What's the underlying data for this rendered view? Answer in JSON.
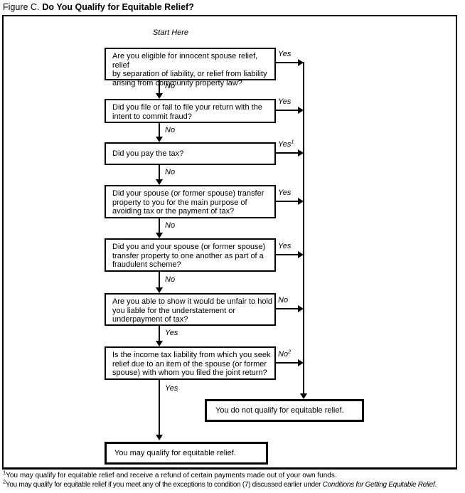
{
  "title": {
    "prefix": "Figure C.",
    "main": "Do You Qualify for Equitable Relief?"
  },
  "start_label": "Start Here",
  "questions": [
    {
      "text": "Are you eligible for innocent spouse relief, relief\nby separation of liability, or relief from liability\narising from community property law?",
      "right_label": "Yes",
      "down_label": "No"
    },
    {
      "text": "Did you file or fail to file your return with the\nintent to commit fraud?",
      "right_label": "Yes",
      "down_label": "No"
    },
    {
      "text": "Did you pay the tax?",
      "right_label": "Yes",
      "right_sup": "1",
      "down_label": "No"
    },
    {
      "text": "Did your spouse (or former spouse) transfer\nproperty to you for the main purpose of\navoiding tax or the payment of tax?",
      "right_label": "Yes",
      "down_label": "No"
    },
    {
      "text": "Did you and your spouse (or former spouse)\ntransfer property to one another as part of a\nfraudulent scheme?",
      "right_label": "Yes",
      "down_label": "No"
    },
    {
      "text": "Are you able to show it would be unfair to hold\nyou liable for the understatement or\nunderpayment of tax?",
      "right_label": "No",
      "down_label": "Yes"
    },
    {
      "text": "Is the income tax liability from which you seek\nrelief due to an item of the spouse (or former\nspouse) with whom you filed the joint return?",
      "right_label": "No",
      "right_sup": "2",
      "down_label": "Yes"
    }
  ],
  "outcomes": {
    "negative": "You do not qualify for equitable relief.",
    "positive": "You may qualify for equitable relief."
  },
  "footnotes": {
    "f1": {
      "sup": "1",
      "text": "You may qualify for equitable relief and receive a refund of certain payments made out of your own funds."
    },
    "f2": {
      "sup": "2",
      "before_italic": "You may qualify for equitable relief if you meet any of the exceptions to condition (7) discussed earlier under ",
      "italic": "Conditions for Getting Equitable Relief",
      "after_italic": "."
    }
  },
  "colors": {
    "ink": "#000000",
    "paper": "#ffffff"
  }
}
